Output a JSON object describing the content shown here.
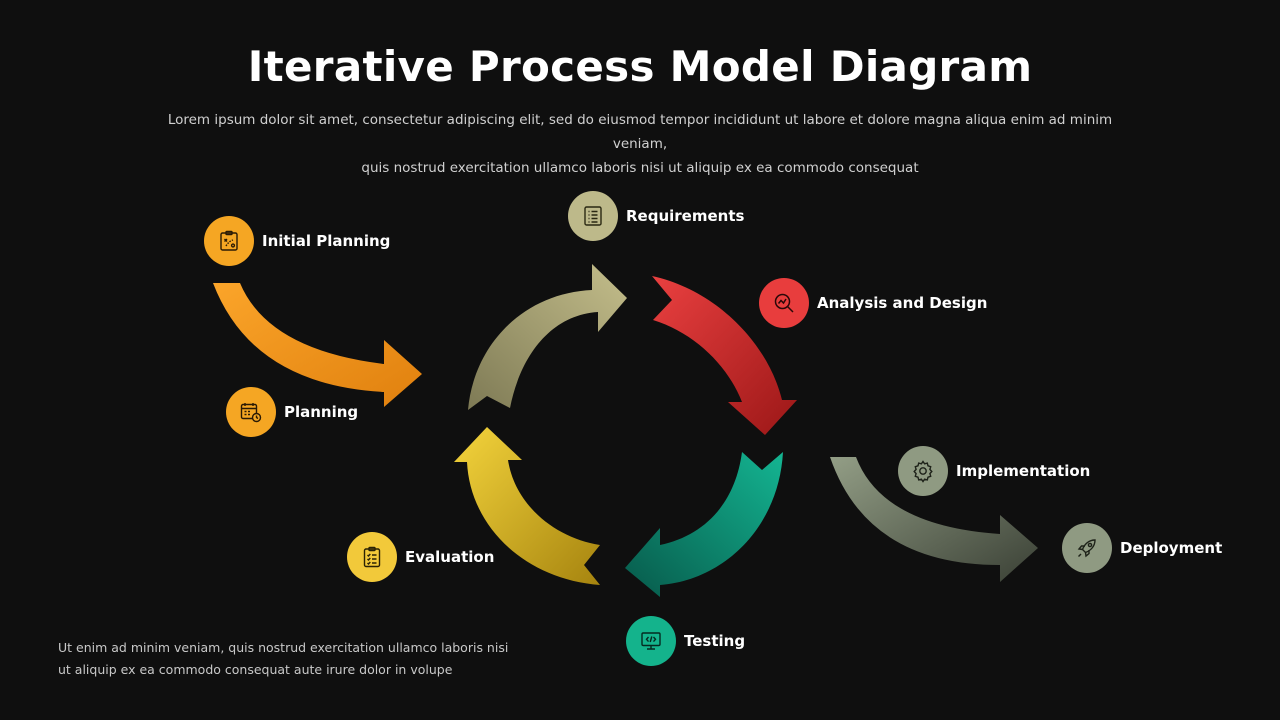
{
  "title": "Iterative Process Model Diagram",
  "subtitle_line1": "Lorem ipsum dolor sit amet, consectetur adipiscing elit, sed do eiusmod tempor incididunt ut labore et dolore magna aliqua enim ad minim veniam,",
  "subtitle_line2": "quis nostrud exercitation ullamco laboris nisi ut aliquip ex ea commodo consequat",
  "footer_line1": "Ut enim ad minim veniam, quis nostrud exercitation ullamco laboris nisi",
  "footer_line2": "ut aliquip ex ea commodo consequat aute irure dolor in volupe",
  "steps": {
    "initial_planning": {
      "label": "Initial Planning",
      "icon": "strategy-board-icon",
      "color": "#F5A623"
    },
    "planning": {
      "label": "Planning",
      "icon": "calendar-clock-icon",
      "color": "#F5A623"
    },
    "requirements": {
      "label": "Requirements",
      "icon": "document-list-icon",
      "color": "#BDB98A"
    },
    "analysis_design": {
      "label": "Analysis and Design",
      "icon": "magnifier-chart-icon",
      "color": "#E83D3D"
    },
    "testing": {
      "label": "Testing",
      "icon": "monitor-code-icon",
      "color": "#14B38C"
    },
    "evaluation": {
      "label": "Evaluation",
      "icon": "clipboard-checklist-icon",
      "color": "#F2C93A"
    },
    "implementation": {
      "label": "Implementation",
      "icon": "gear-icon",
      "color": "#8F9A82"
    },
    "deployment": {
      "label": "Deployment",
      "icon": "rocket-icon",
      "color": "#8F9A82"
    }
  }
}
